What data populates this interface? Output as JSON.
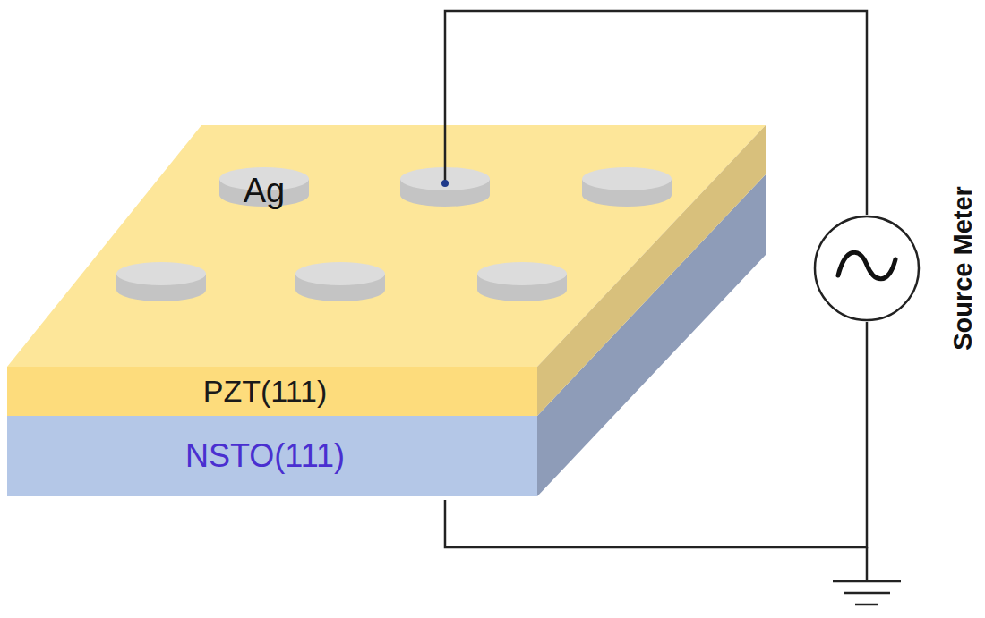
{
  "diagram": {
    "nodes": [
      {
        "text": [
          "PZT(111)"
        ]
      },
      {
        "text": [
          "NSTO(111)"
        ]
      },
      {
        "text": [
          "Ag"
        ]
      },
      {
        "text": [
          "Source Meter"
        ]
      }
    ],
    "edges": [
      {
        "from": 1,
        "to": 3,
        "arrow": "none"
      }
    ]
  }
}
